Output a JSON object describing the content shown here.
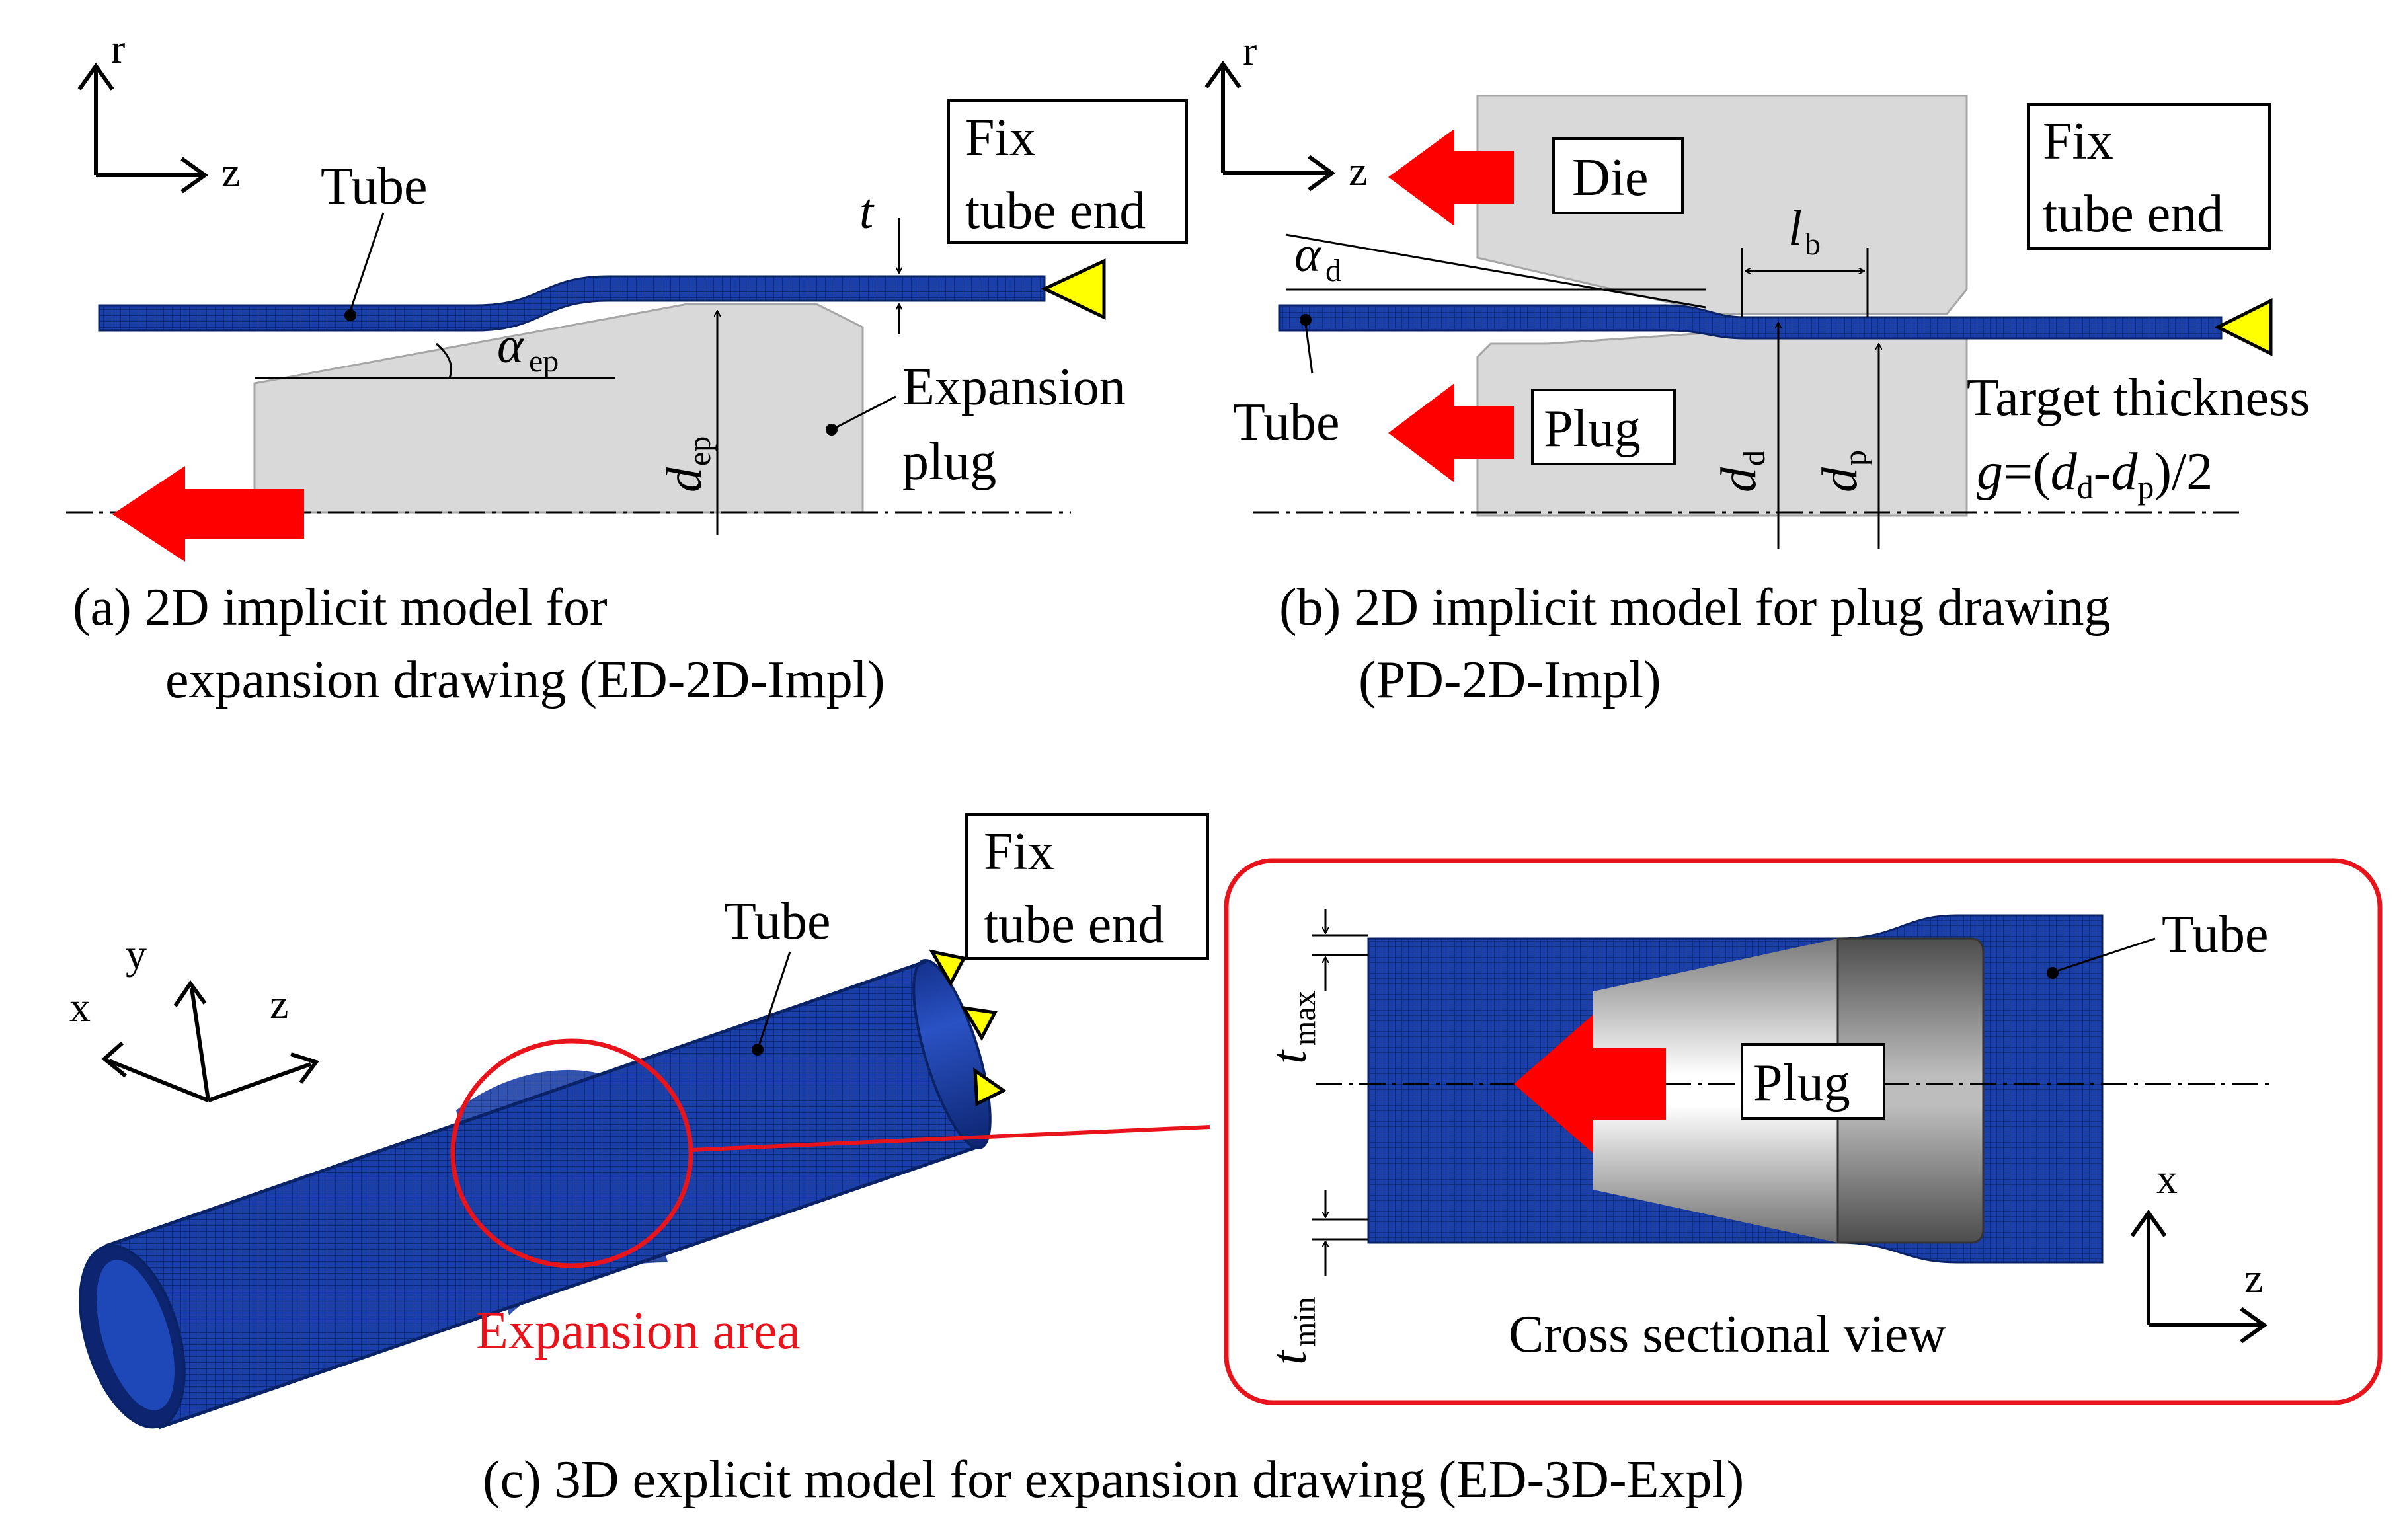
{
  "panel_a": {
    "axis_r": "r",
    "axis_z": "z",
    "tube_label": "Tube",
    "fix_line1": "Fix",
    "fix_line2": "tube end",
    "thickness_symbol": "t",
    "angle_symbol": "α",
    "angle_sub": "ep",
    "diameter_symbol": "d",
    "diameter_sub": "ep",
    "plug_line1": "Expansion",
    "plug_line2": "plug",
    "caption_line1": "(a) 2D implicit model for",
    "caption_line2": "expansion drawing (ED-2D-Impl)"
  },
  "panel_b": {
    "axis_r": "r",
    "axis_z": "z",
    "die_label": "Die",
    "plug_label": "Plug",
    "tube_label": "Tube",
    "fix_line1": "Fix",
    "fix_line2": "tube end",
    "angle_symbol": "α",
    "angle_sub": "d",
    "bearing_symbol": "l",
    "bearing_sub": "b",
    "dd_symbol": "d",
    "dd_sub": "d",
    "dp_symbol": "d",
    "dp_sub": "p",
    "target_label": "Target thickness",
    "formula_g": "g",
    "formula_eq": "=(",
    "formula_d1": "d",
    "formula_s1": "d",
    "formula_dash": "-",
    "formula_d2": "d",
    "formula_s2": "p",
    "formula_end": ")/2",
    "caption_line1": "(b) 2D implicit model for plug drawing",
    "caption_line2": "(PD-2D-Impl)"
  },
  "panel_c": {
    "axis_x": "x",
    "axis_y": "y",
    "axis_z": "z",
    "tube_label": "Tube",
    "fix_line1": "Fix",
    "fix_line2": "tube end",
    "expansion_area": "Expansion area",
    "inset_tube_label": "Tube",
    "inset_plug_label": "Plug",
    "tmax_symbol": "t",
    "tmax_sub": "max",
    "tmin_symbol": "t",
    "tmin_sub": "min",
    "inset_axis_x": "x",
    "inset_axis_z": "z",
    "inset_caption": "Cross sectional view",
    "caption": "(c) 3D explicit model for expansion drawing (ED-3D-Expl)"
  },
  "colors": {
    "tube_blue": "#1a3fa8",
    "tool_gray": "#d9d9d9",
    "arrow_red": "#ff0000",
    "marker_yellow": "#ffff00",
    "highlight_red": "#e8141c"
  }
}
